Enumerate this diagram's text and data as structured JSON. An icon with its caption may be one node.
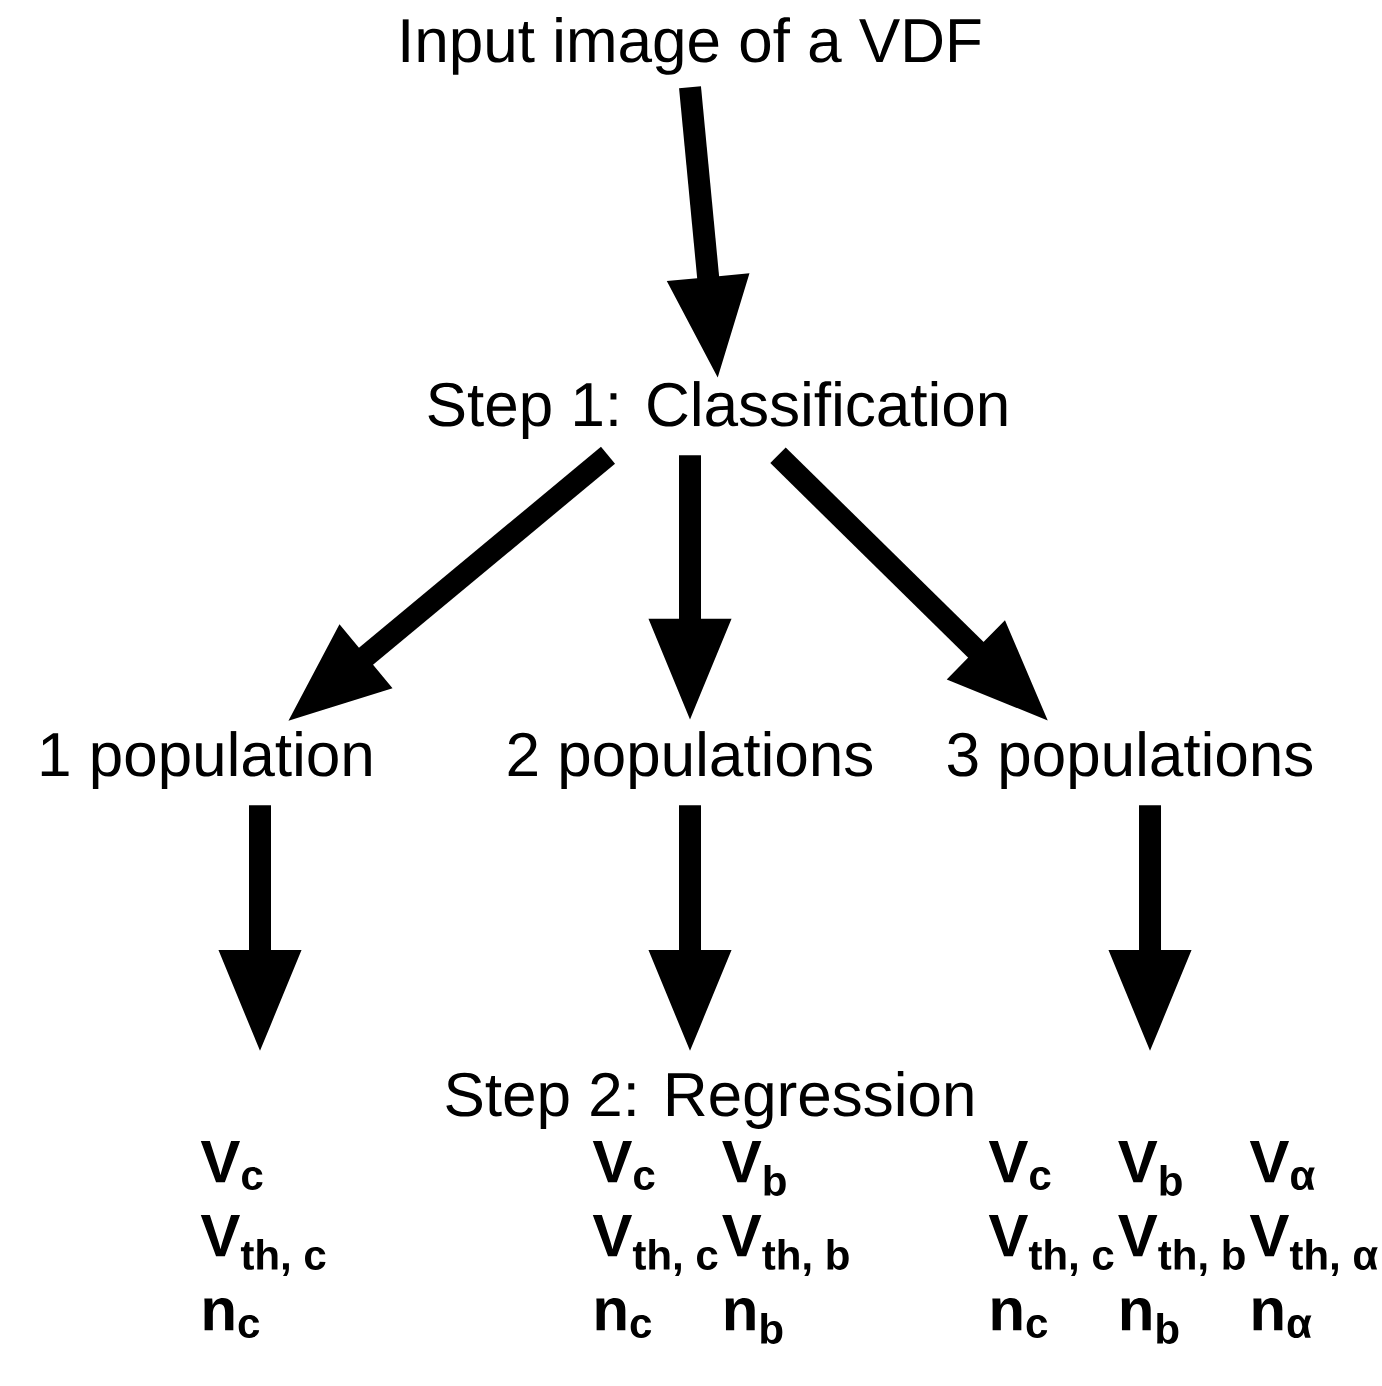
{
  "diagram": {
    "nodes": [
      {
        "text": [
          "Input image of a VDF"
        ]
      },
      {
        "text": [
          "Step 1: Classification"
        ]
      },
      {
        "text": [
          "1 population"
        ]
      },
      {
        "text": [
          "2 populations"
        ]
      },
      {
        "text": [
          "3 populations"
        ]
      },
      {
        "text": [
          "\\text{\\bfseries V}_{\\text{\\bfseries c}}",
          "\\text{\\bfseries V}_{\\text{\\bfseries th, c}}",
          "\\text{\\bfseries n}_{\\text{\\bfseries c}}"
        ]
      },
      {
        "text": [
          "\\text{\\bfseries V}_{\\text{\\bfseries c}}",
          "\\text{\\bfseries V}_{\\text{\\bfseries b}}",
          "\\text{\\bfseries V}_{\\text{\\bfseries th, c}}",
          "\\text{\\bfseries V}_{\\text{\\bfseries th, b}}",
          "\\text{\\bfseries n}_{\\text{\\bfseries c}}",
          "\\text{\\bfseries n}_{\\text{\\bfseries b}}"
        ]
      },
      {
        "text": [
          "\\text{\\bfseries V}_{\\text{\\bfseries c}}",
          "\\text{\\bfseries V}_{\\text{\\bfseries b}}",
          "\\text{\\bfseries V}_{\\text{\\bfseries α}}",
          "\\text{\\bfseries V}_{\\text{\\bfseries th, c}}",
          "\\text{\\bfseries V}_{\\text{\\bfseries th, b}}",
          "\\text{\\bfseries V}_{\\text{\\bfseries th, α}}",
          "\\text{\\bfseries n}_{\\text{\\bfseries c}}",
          "\\text{\\bfseries n}_{\\text{\\bfseries b}}",
          "\\text{\\bfseries n}_{\\text{\\bfseries α}}"
        ]
      }
    ],
    "edges": [
      {
        "from": 0,
        "to": 1,
        "arrow": "to"
      },
      {
        "from": 1,
        "to": 2,
        "arrow": "to"
      },
      {
        "from": 1,
        "to": 3,
        "arrow": "to"
      },
      {
        "from": 1,
        "to": 4,
        "arrow": "to"
      },
      {
        "from": 2,
        "to": 5,
        "arrow": "to"
      },
      {
        "from": 3,
        "to": 6,
        "arrow": "to"
      },
      {
        "from": 4,
        "to": 7,
        "arrow": "to"
      }
    ],
    "labels": [
      "Step 2: Regression"
    ]
  }
}
